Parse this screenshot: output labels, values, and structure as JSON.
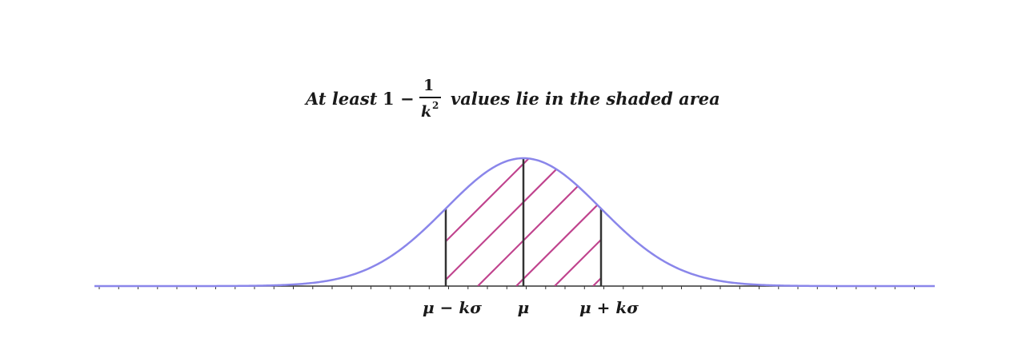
{
  "title": {
    "prefix": "At least",
    "one": "1",
    "minus": "−",
    "frac_numerator": "1",
    "frac_denominator_base": "k",
    "frac_denominator_exp": "2",
    "suffix": "values lie in the shaded area"
  },
  "labels": {
    "left": "μ − kσ",
    "center": "μ",
    "right": "μ + kσ"
  },
  "colors": {
    "curve": "#8a86ea",
    "hatch": "#c0448e",
    "bound_lines": "#333333",
    "axis": "#333333"
  },
  "diagram": {
    "distribution": "normal",
    "k": 1,
    "shaded_region": "between μ − kσ and μ + kσ",
    "hatch_style": "diagonal"
  }
}
